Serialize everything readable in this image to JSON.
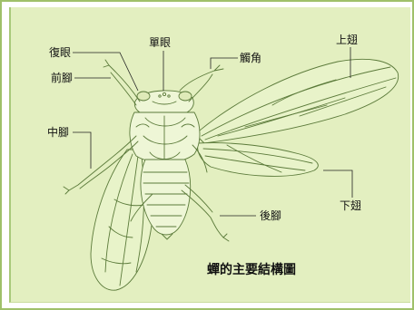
{
  "diagram": {
    "labels": {
      "compound_eye": "復眼",
      "ocelli": "單眼",
      "antenna": "觸角",
      "forewing": "上翅",
      "foreleg": "前腳",
      "midleg": "中腳",
      "hindwing": "下翅",
      "hindleg": "後腳"
    },
    "caption": "蟬的主要結構圖"
  },
  "colors": {
    "background": "#e3efc0",
    "outline": "#5b7a3a",
    "border": "#9fc06a"
  }
}
